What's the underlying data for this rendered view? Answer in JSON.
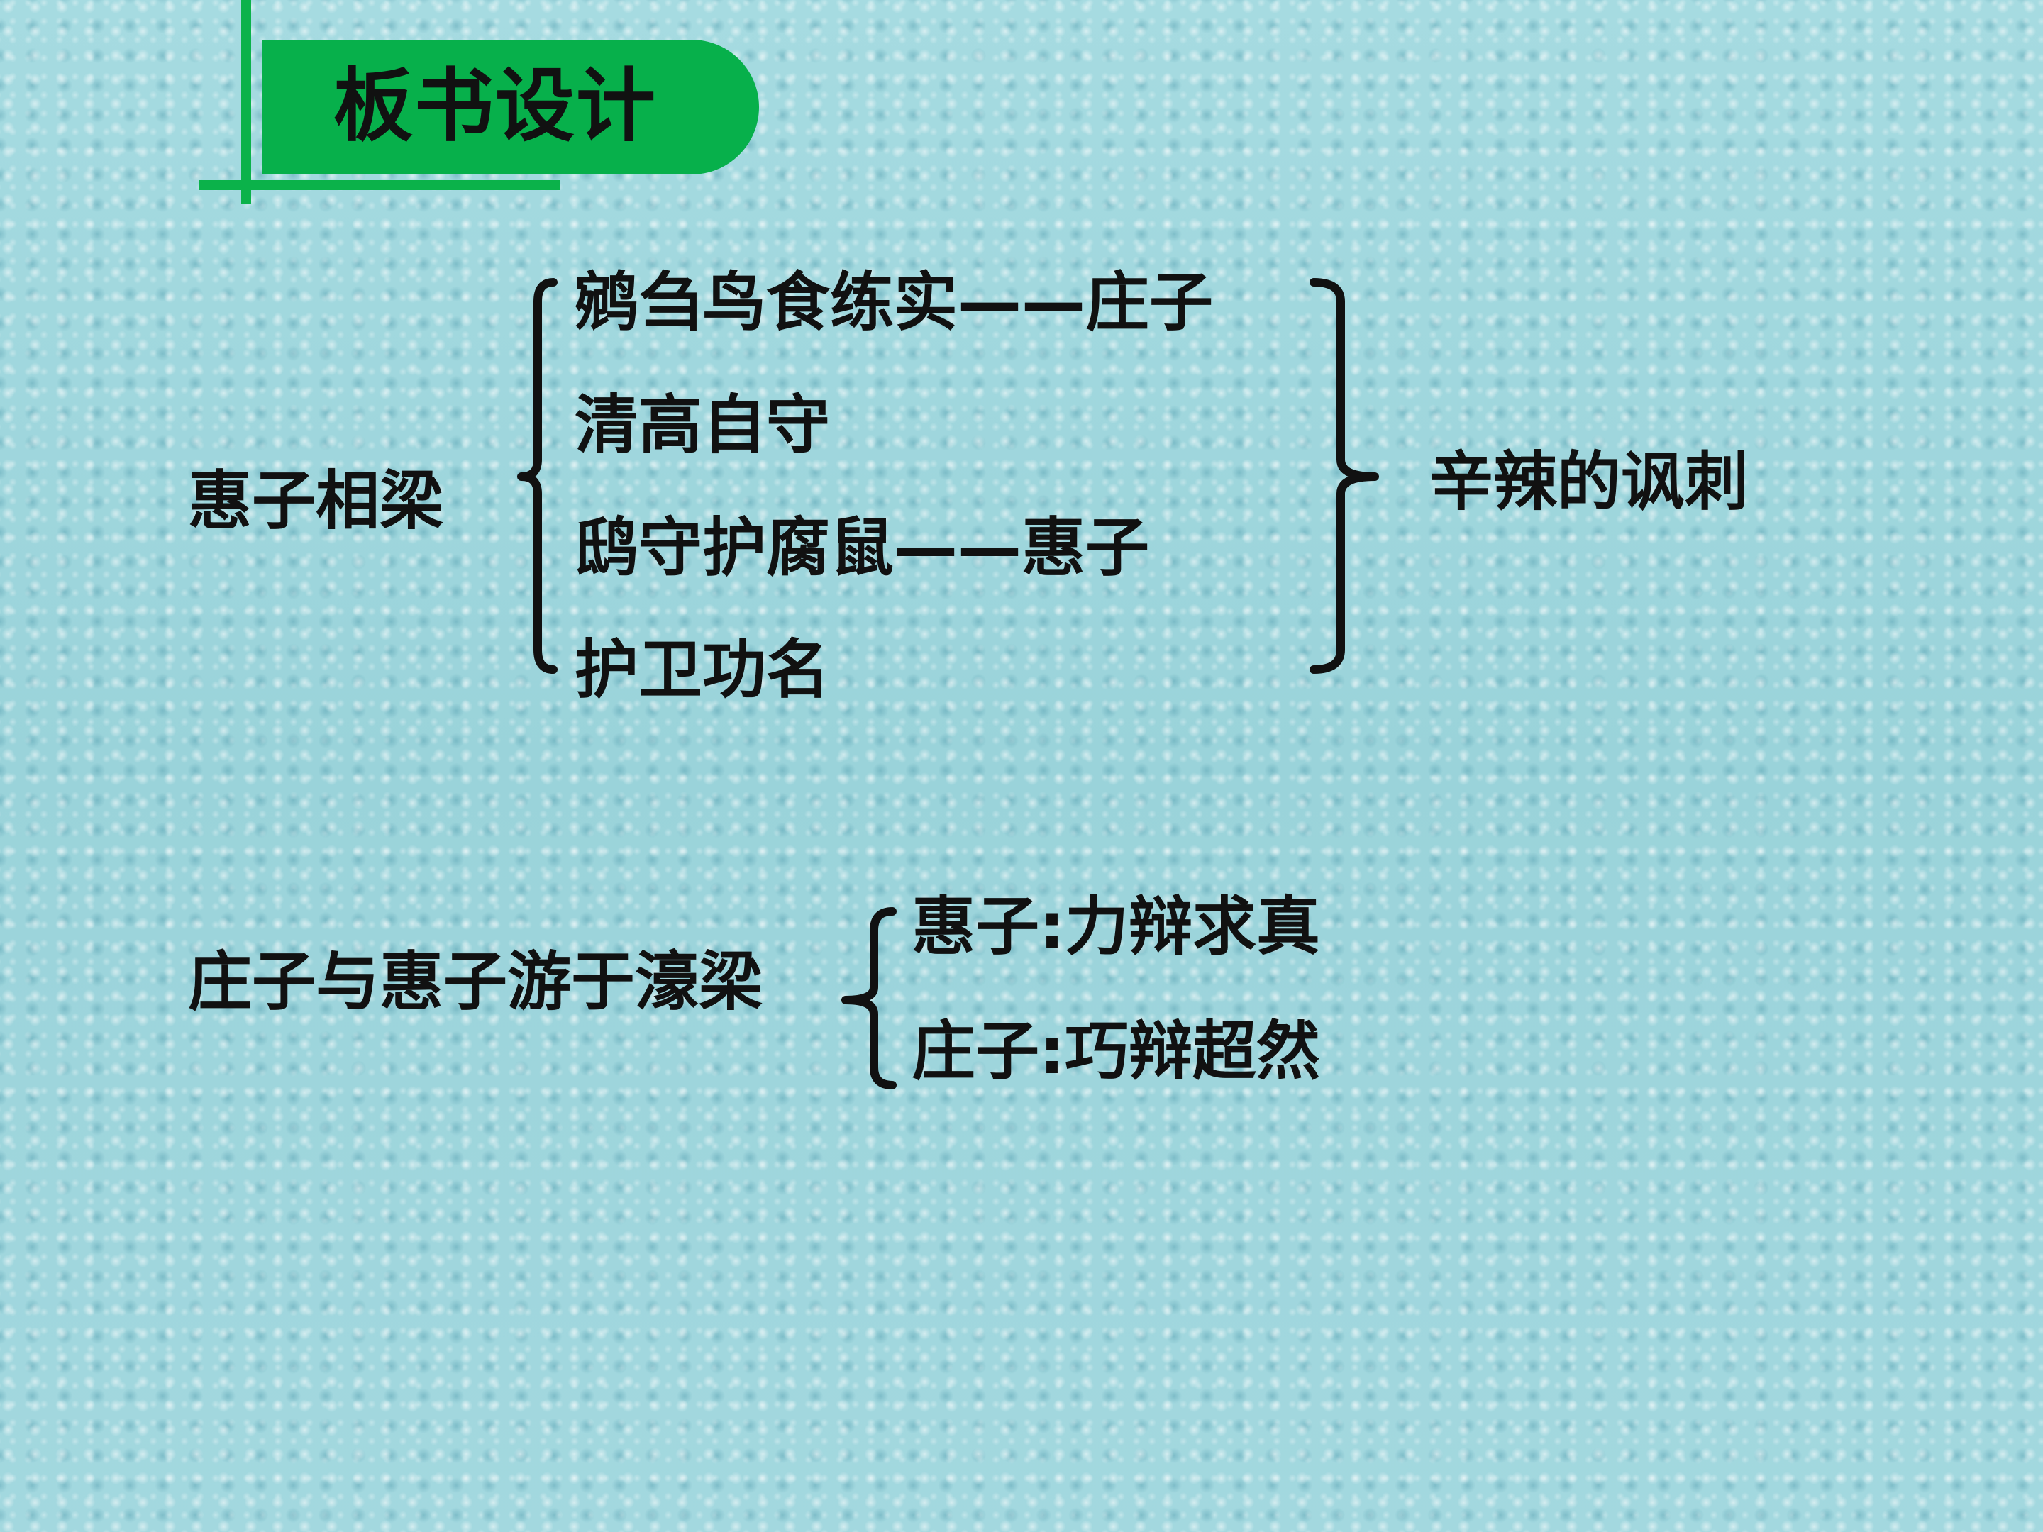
{
  "title": "板书设计",
  "section1": {
    "topic": "惠子相梁",
    "items": [
      "鹓刍鸟食练实——庄子",
      "清高自守",
      "鸱守护腐鼠——惠子",
      "护卫功名"
    ],
    "conclusion": "辛辣的讽刺"
  },
  "section2": {
    "topic": "庄子与惠子游于濠梁",
    "items": [
      "惠子:力辩求真",
      "庄子:巧辩超然"
    ]
  },
  "colors": {
    "title_tab": "#07b04b",
    "background": "#9ed6dd",
    "text": "#111111"
  }
}
